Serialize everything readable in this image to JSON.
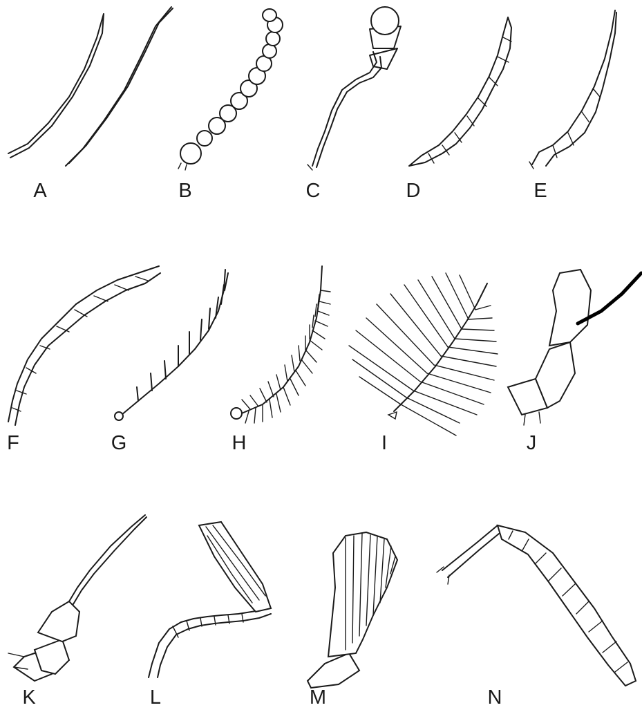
{
  "panels": [
    {
      "label": "A"
    },
    {
      "label": "B"
    },
    {
      "label": "C"
    },
    {
      "label": "D"
    },
    {
      "label": "E"
    },
    {
      "label": "F"
    },
    {
      "label": "G"
    },
    {
      "label": "H"
    },
    {
      "label": "I"
    },
    {
      "label": "J"
    },
    {
      "label": "K"
    },
    {
      "label": "L"
    },
    {
      "label": "M"
    },
    {
      "label": "N"
    }
  ]
}
